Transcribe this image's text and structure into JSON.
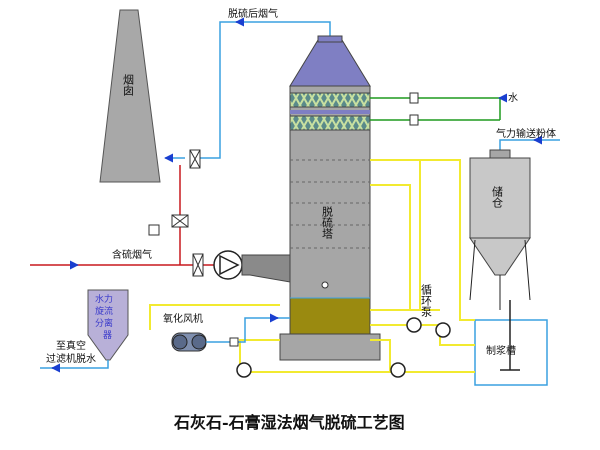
{
  "caption": "石灰石-石膏湿法烟气脱硫工艺图",
  "labels": {
    "chimney": "烟囱",
    "clean_gas": "脱硫后烟气",
    "water": "水",
    "pneumatic": "气力输送粉体",
    "tower": "脱硫塔",
    "storage": "储仓",
    "raw_gas": "含硫烟气",
    "hydrocyclone": "水力旋流分离器",
    "oxidation_fan": "氧化风机",
    "vacuum": "至真空",
    "vacuum2": "过滤机脱水",
    "circulation_pump": "循环泵",
    "slurry_tank": "制浆槽"
  },
  "colors": {
    "chimney": "#a8a8a8",
    "tower": "#a6a6a6",
    "tower_top": "#7f7fc3",
    "slurry": "#9a8a10",
    "flue_pipe": "#c8181e",
    "water_pipe": "#1e9a1e",
    "slurry_pipe": "#f2ea30",
    "air_pipe": "#3aa0e0",
    "hydro": "#b8b0d8"
  },
  "icons": [
    "arrow-icon",
    "valve-icon",
    "pump-icon",
    "fan-icon",
    "nozzle-icon",
    "agitator-icon"
  ]
}
